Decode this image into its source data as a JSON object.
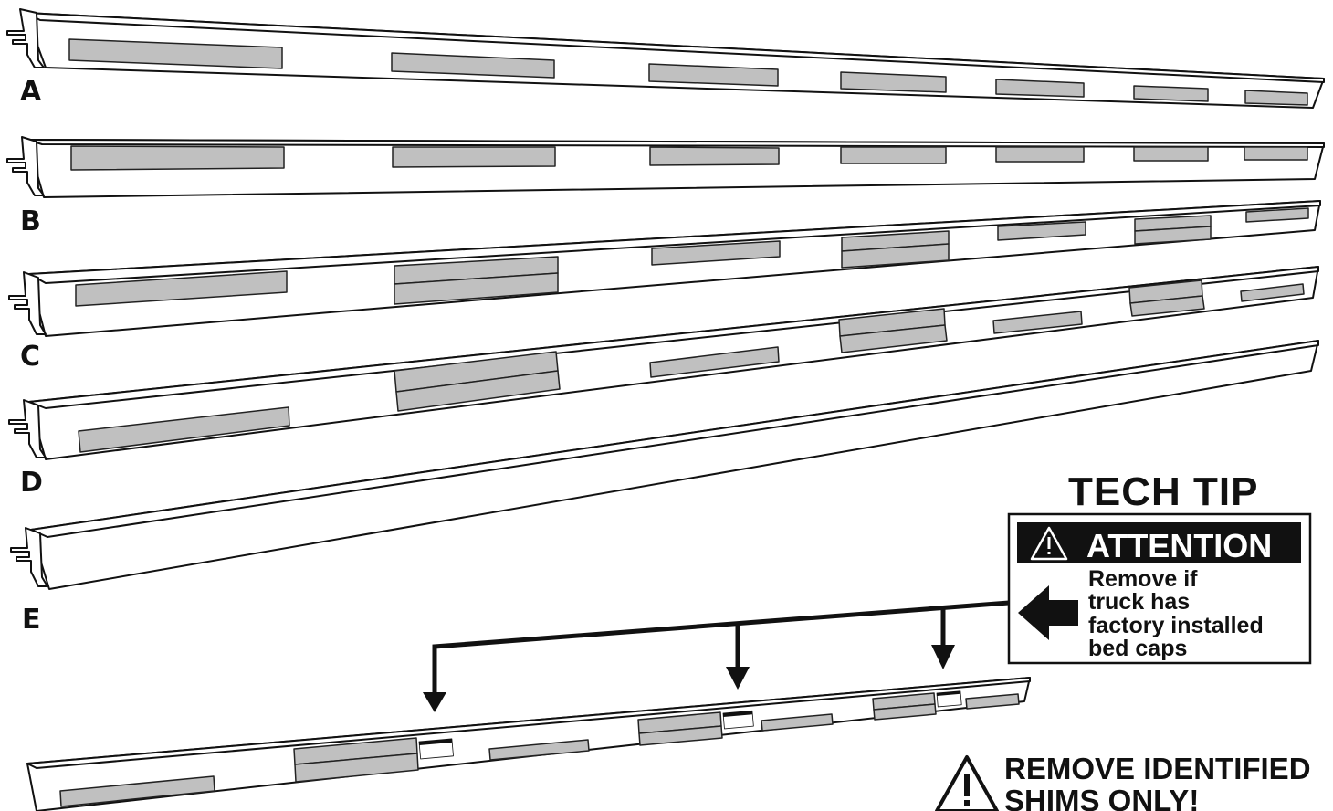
{
  "rails": [
    {
      "label": "A"
    },
    {
      "label": "B"
    },
    {
      "label": "C"
    },
    {
      "label": "D"
    },
    {
      "label": "E"
    }
  ],
  "tech_tip": {
    "title": "TECH TIP",
    "sticker_heading": "ATTENTION",
    "sticker_lines": [
      "Remove if",
      "truck has",
      "factory installed",
      "bed caps"
    ]
  },
  "warning": {
    "lines": [
      "REMOVE IDENTIFIED",
      "SHIMS ONLY!"
    ]
  },
  "colors": {
    "ink": "#111111",
    "shim_fill": "#c0c0c0",
    "shim_stroke": "#222222",
    "rail_fill": "#ffffff"
  },
  "icons": [
    "warning-triangle-icon",
    "left-arrow-icon",
    "down-arrow-icon"
  ]
}
